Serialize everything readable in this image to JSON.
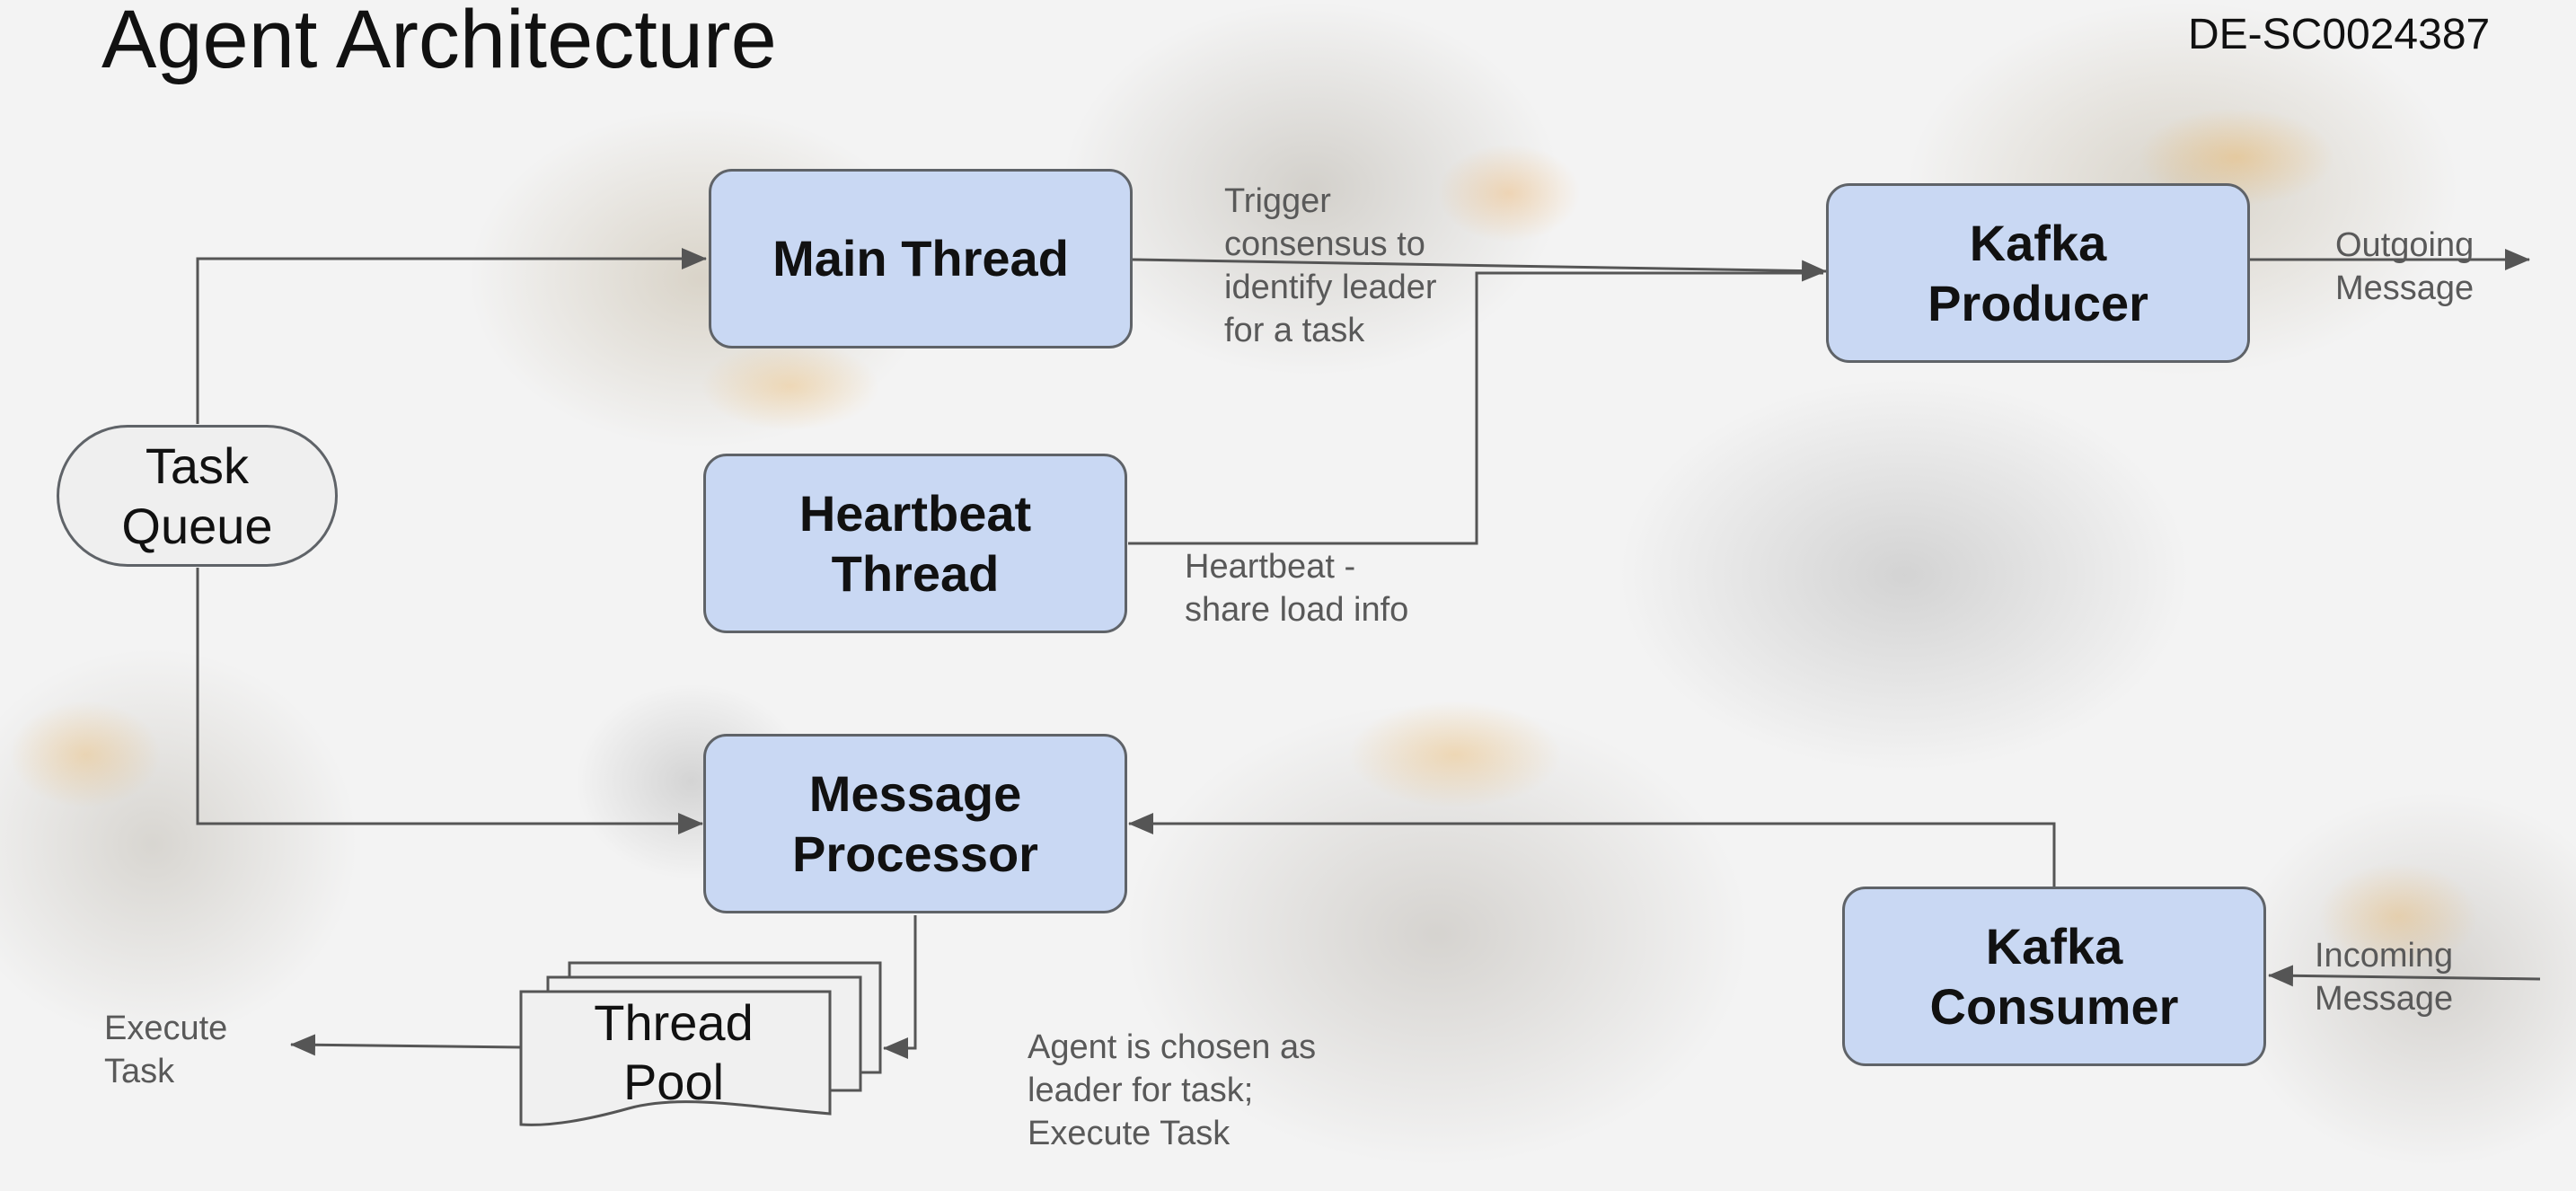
{
  "title": "Agent Architecture",
  "grant_id": "DE-SC0024387",
  "nodes": {
    "main_thread": "Main Thread",
    "kafka_producer": [
      "Kafka",
      "Producer"
    ],
    "task_queue": [
      "Task",
      "Queue"
    ],
    "heartbeat_thread": [
      "Heartbeat",
      "Thread"
    ],
    "message_processor": [
      "Message",
      "Processor"
    ],
    "kafka_consumer": [
      "Kafka",
      "Consumer"
    ],
    "thread_pool": [
      "Thread",
      "Pool"
    ]
  },
  "edge_labels": {
    "trigger": [
      "Trigger",
      "consensus to",
      "identify leader",
      "for a task"
    ],
    "outgoing": [
      "Outgoing",
      "Message"
    ],
    "heartbeat": [
      "Heartbeat -",
      "share load info"
    ],
    "incoming": [
      "Incoming",
      "Message"
    ],
    "execute": [
      "Execute",
      "Task"
    ],
    "agent_chosen": [
      "Agent is chosen as",
      "leader for task;",
      "Execute Task"
    ]
  },
  "colors": {
    "node_fill": "#c9d8f3",
    "node_border": "#5f6368",
    "queue_fill": "#efefef",
    "connector": "#555555",
    "label_text": "#595959"
  }
}
